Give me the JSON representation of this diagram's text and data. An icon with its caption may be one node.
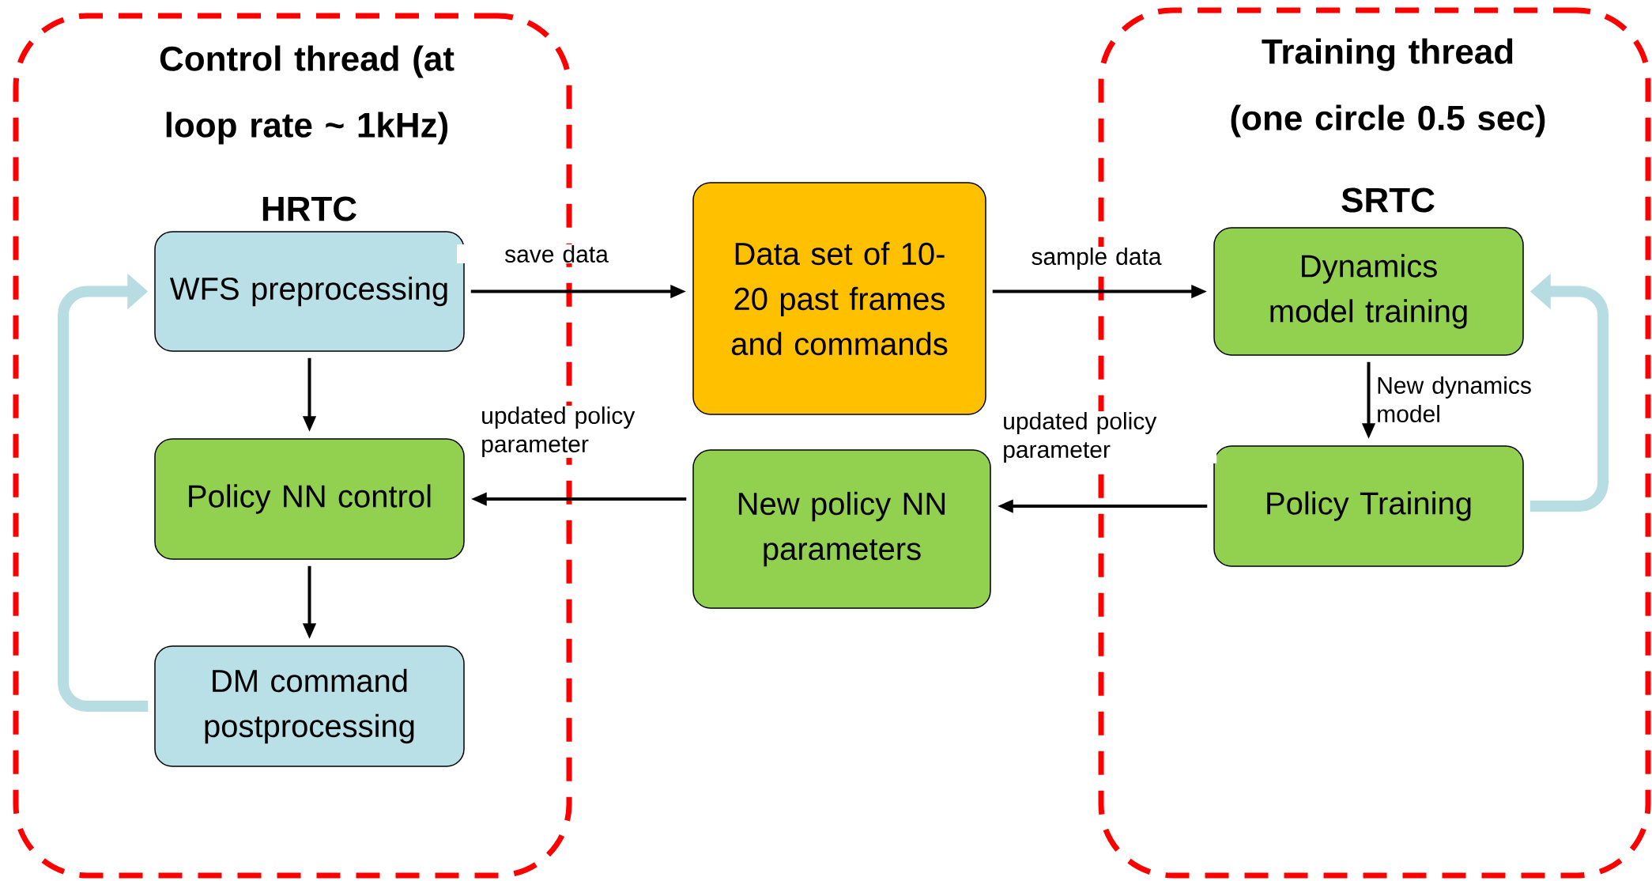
{
  "diagram": {
    "nodes": [
      {
        "text": [
          "Control thread (at loop rate ~ 1kHz)"
        ]
      },
      {
        "text": [
          "WFS preprocessing"
        ],
        "in": 0
      },
      {
        "text": [
          "Policy NN control"
        ],
        "in": 0
      },
      {
        "text": [
          "DM command postprocessing"
        ],
        "in": 0
      },
      {
        "text": [
          "Data set of 10-20 past frames and commands"
        ]
      },
      {
        "text": [
          "New policy NN parameters"
        ]
      },
      {
        "text": [
          "Training thread (one circle 0.5 sec)"
        ]
      },
      {
        "text": [
          "Dynamics model training"
        ],
        "in": 6
      },
      {
        "text": [
          "Policy Training"
        ],
        "in": 6
      }
    ],
    "edges": [
      {
        "from": 1,
        "to": 4,
        "arrow": "to",
        "label": "save data"
      },
      {
        "from": 4,
        "to": 7,
        "arrow": "to",
        "label": "sample data"
      },
      {
        "from": 8,
        "to": 5,
        "arrow": "to",
        "label": "updated policy parameter"
      },
      {
        "from": 5,
        "to": 2,
        "arrow": "to",
        "label": "updated policy parameter"
      },
      {
        "from": 1,
        "to": 2,
        "arrow": "to"
      },
      {
        "from": 2,
        "to": 3,
        "arrow": "to"
      },
      {
        "from": 7,
        "to": 8,
        "arrow": "to",
        "label": "New dynamics model"
      },
      {
        "from": 3,
        "to": 1,
        "arrow": "to",
        "style": "thick",
        "color": "#b7dde2"
      },
      {
        "from": 8,
        "to": 7,
        "arrow": "to",
        "style": "thick",
        "color": "#b7dde2"
      }
    ],
    "labels": [
      "HRTC",
      "SRTC"
    ]
  }
}
